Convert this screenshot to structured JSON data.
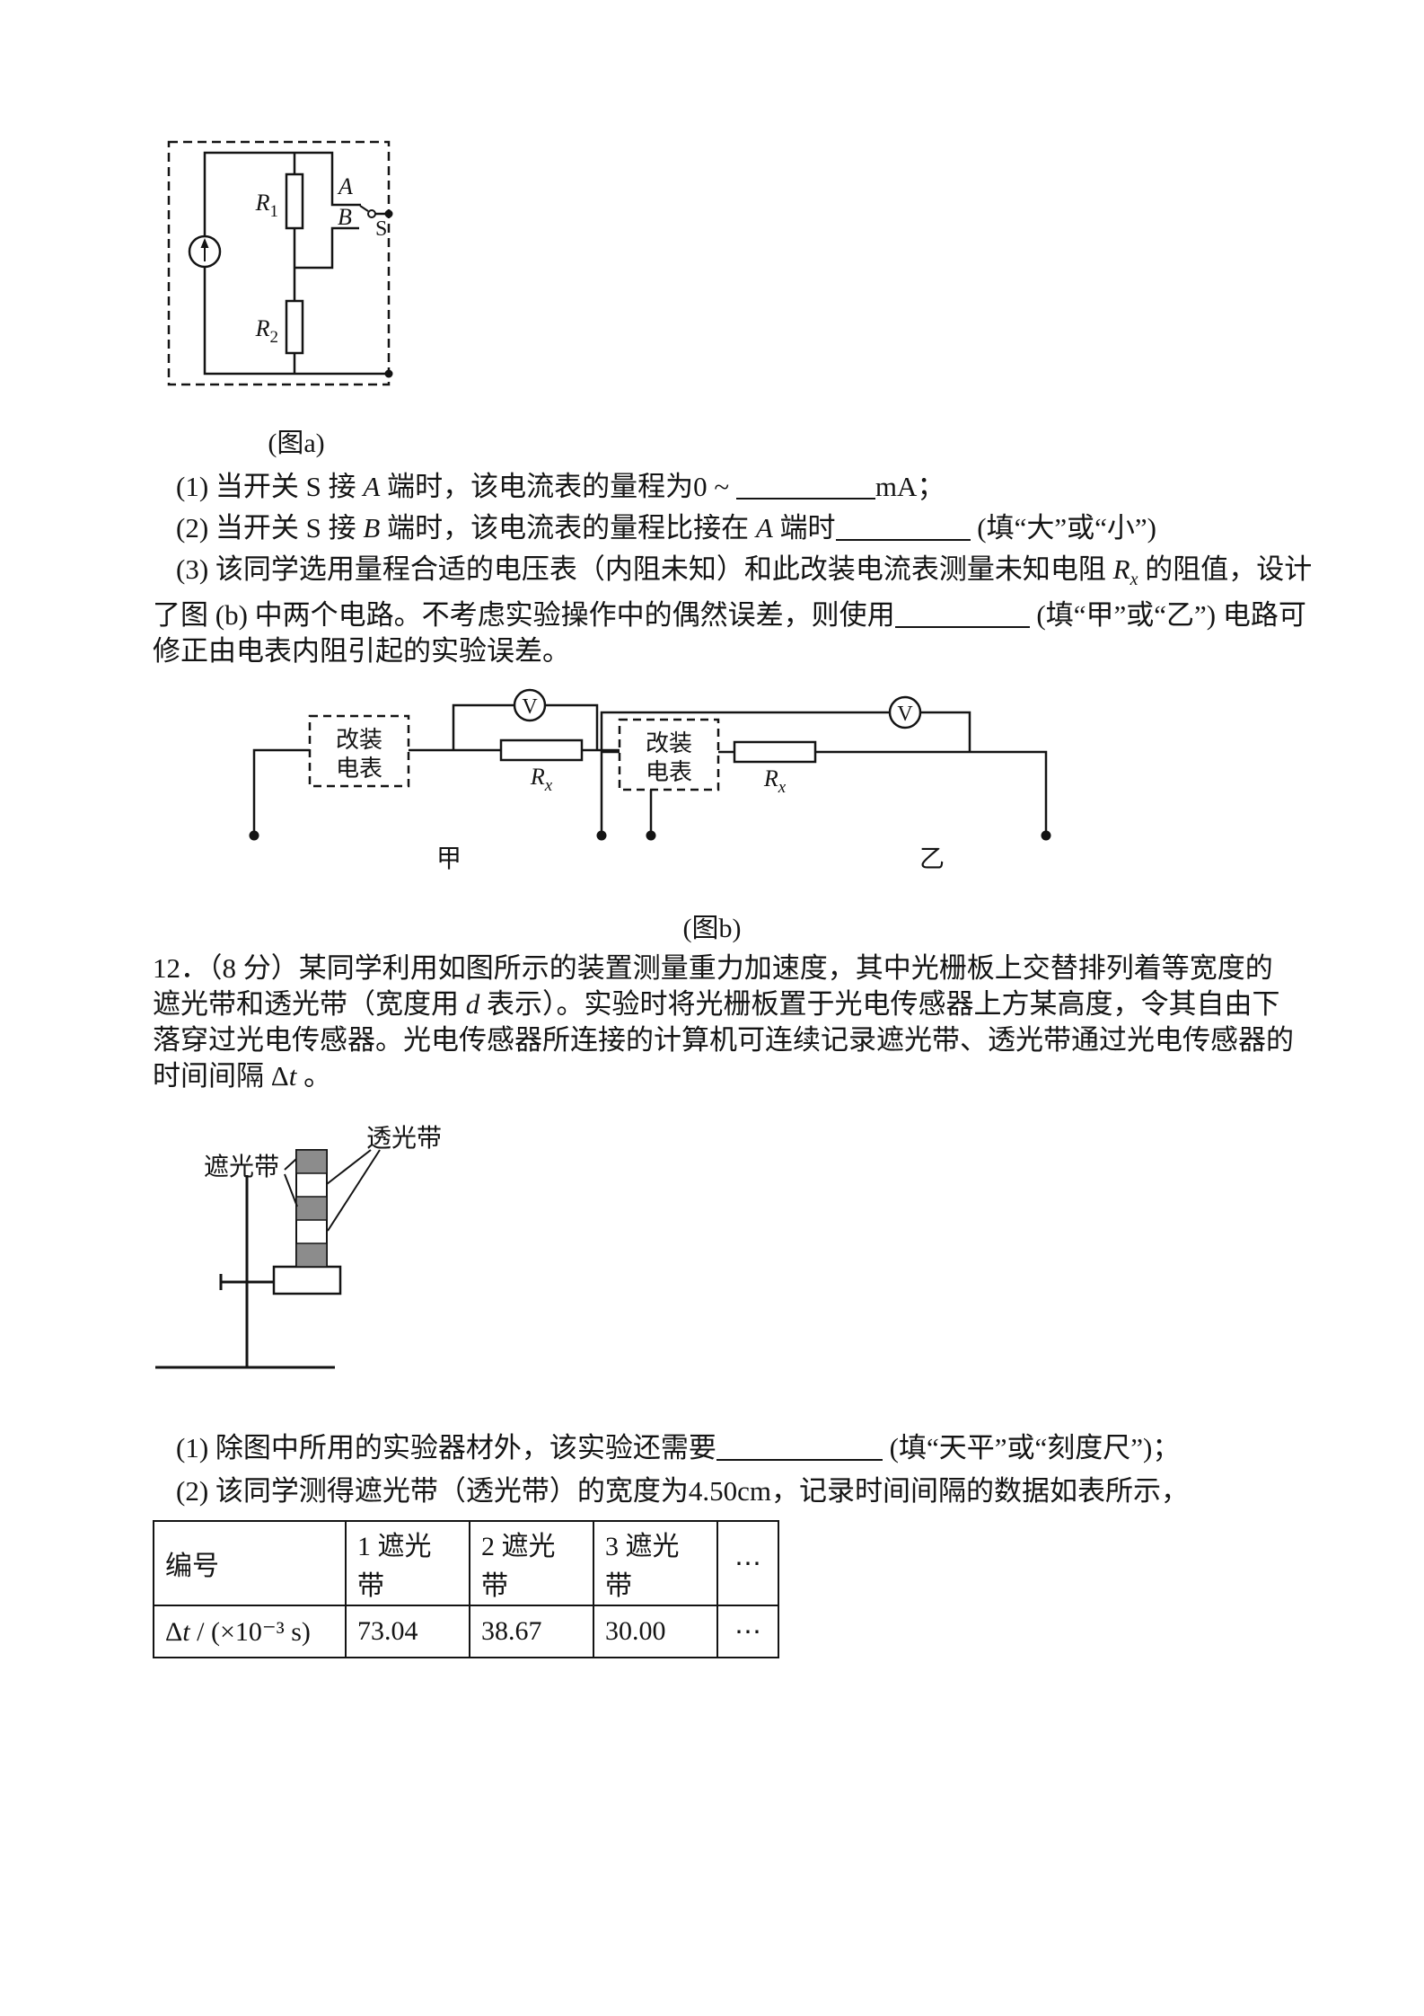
{
  "page": {
    "background": "#ffffff",
    "ink": "#141414",
    "band_gray": "#8c8c8c"
  },
  "figure_a": {
    "caption": "(图a)",
    "labels": {
      "r1_base": "R",
      "r1_sub": "1",
      "r2_base": "R",
      "r2_sub": "2",
      "terminal_a": "A",
      "terminal_b": "B",
      "switch_s": "S"
    }
  },
  "question11": {
    "item1": {
      "lead": "(1) 当开关 S 接 ",
      "var_a": "A",
      "mid": " 端时，该电流表的量程为",
      "range_start": "0 ~ ",
      "unit": "mA；"
    },
    "item2": {
      "lead": "(2) 当开关 S 接 ",
      "var_b": "B",
      "mid": " 端时，该电流表的量程比接在 ",
      "var_a": "A",
      "after_var": " 端时",
      "hint": " (填“大”或“小”)"
    },
    "item3": {
      "lead": "(3) 该同学选用量程合适的电压表（内阻未知）和此改装电流表测量未知电阻 ",
      "var_r_base": "R",
      "var_r_sub": "x",
      "mid": " 的阻值，设计了图 (b) 中两个电路。不考虑实验操作中的偶然误差，则使用",
      "hint": " (填“甲”或“乙”) 电路可修正由电表内阻引起的实验误差。"
    }
  },
  "figure_b": {
    "caption": "(图b)",
    "converted_meter_line1": "改装",
    "converted_meter_line2": "电表",
    "voltmeter": "V",
    "rx_base": "R",
    "rx_sub": "x",
    "left_name": "甲",
    "right_name": "乙"
  },
  "question12": {
    "intro": {
      "lead": "12．（8 分）某同学利用如图所示的装置测量重力加速度，其中光栅板上交替排列着等宽度的遮光带和透光带（宽度用 ",
      "var_d": "d",
      "mid": " 表示）。实验时将光栅板置于光电传感器上方某高度，令其自由下落穿过光电传感器。光电传感器所连接的计算机可连续记录遮光带、透光带通过光电传感器的时间间隔 ",
      "delta": "Δ",
      "var_t": "t",
      "tail": " 。"
    },
    "apparatus": {
      "label_transparent": "透光带",
      "label_opaque": "遮光带"
    },
    "item1": {
      "lead": "(1) 除图中所用的实验器材外，该实验还需要",
      "hint": " (填“天平”或“刻度尺”)；"
    },
    "item2": {
      "lead": "(2) 该同学测得遮光带（透光带）的宽度为",
      "width_value": "4.50cm",
      "tail": "，记录时间间隔的数据如表所示，"
    },
    "table": {
      "headers": [
        "编号",
        "1 遮光带",
        "2 遮光带",
        "3 遮光带",
        "⋯"
      ],
      "row_label_delta": "Δ",
      "row_label_t": "t",
      "row_label_rest": " / (×10⁻³ s)",
      "values": [
        "73.04",
        "38.67",
        "30.00",
        "⋯"
      ]
    }
  }
}
